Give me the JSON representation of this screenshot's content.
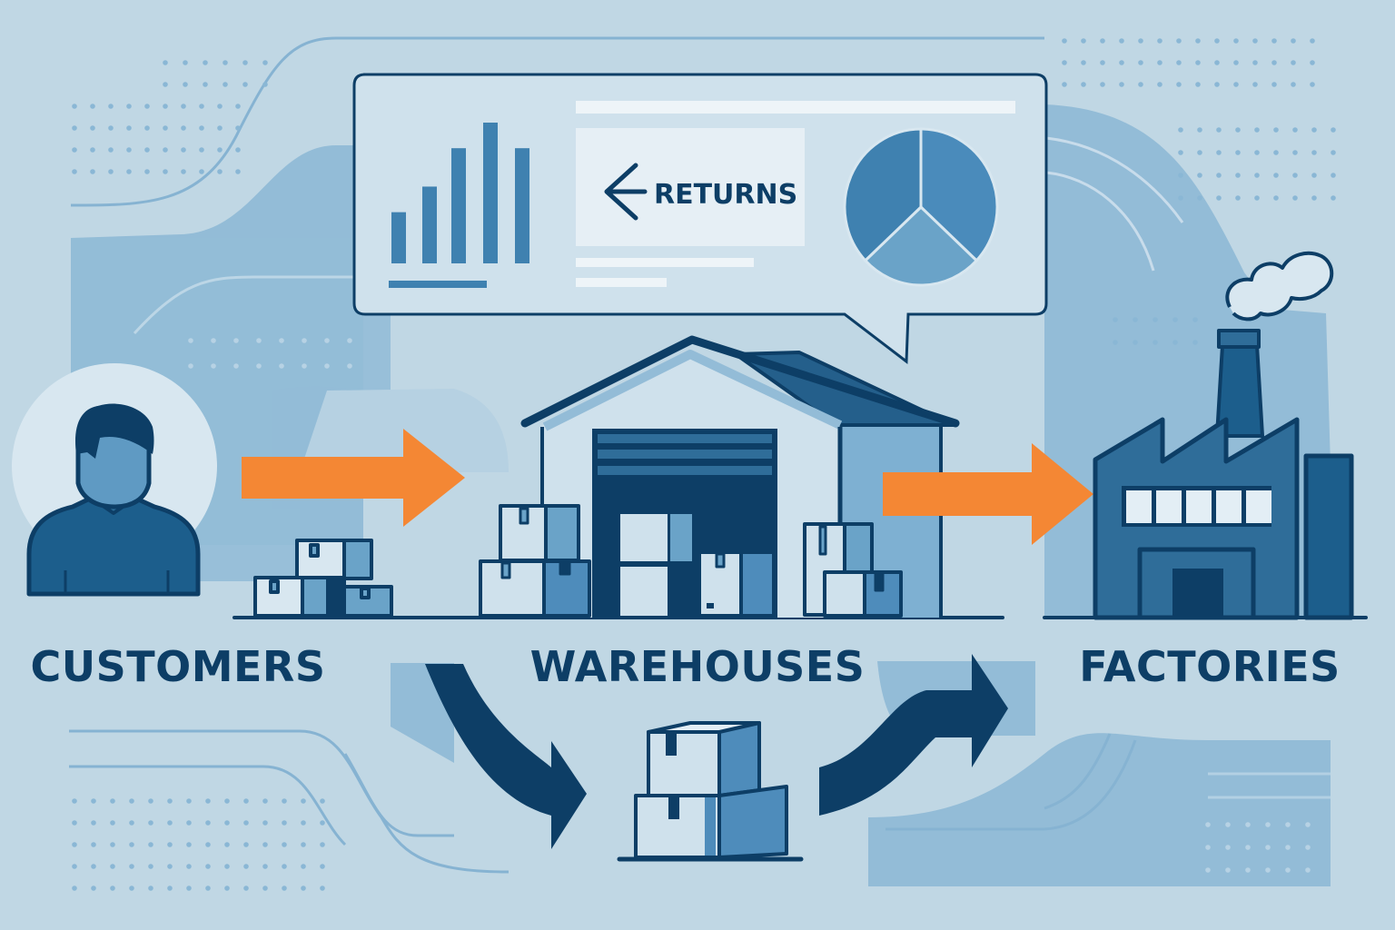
{
  "title": "Reverse logistics flow: customers to warehouses to factories",
  "colors": {
    "background": "#c0d7e4",
    "background_shape": "#93bcd7",
    "navy": "#0d3e66",
    "mid_blue": "#3f81b0",
    "light_blue": "#6aa3c8",
    "pale": "#d8e7f0",
    "orange": "#f48734"
  },
  "dashboard": {
    "returns_label": "RETURNS",
    "returns_icon": "arrow-left-icon",
    "bar_chart": {
      "type": "bar",
      "values": [
        4,
        6,
        9,
        11,
        9
      ]
    },
    "pie_chart": {
      "type": "pie",
      "slices": [
        37,
        37,
        26
      ]
    }
  },
  "nodes": [
    {
      "id": "customers",
      "label": "CUSTOMERS",
      "icon": "person-icon"
    },
    {
      "id": "warehouses",
      "label": "WAREHOUSES",
      "icon": "warehouse-icon"
    },
    {
      "id": "factories",
      "label": "FACTORIES",
      "icon": "factory-icon"
    }
  ],
  "flows": [
    {
      "from": "customers",
      "to": "warehouses",
      "style": "orange-arrow"
    },
    {
      "from": "warehouses",
      "to": "factories",
      "style": "orange-arrow"
    },
    {
      "from": "customers",
      "to": "returned-goods",
      "style": "navy-curved-arrow"
    },
    {
      "from": "returned-goods",
      "to": "factories",
      "style": "navy-curved-arrow"
    }
  ]
}
